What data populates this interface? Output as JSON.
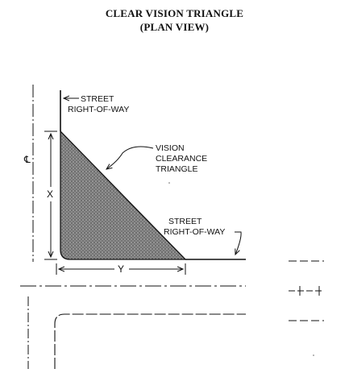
{
  "title": {
    "line1": "CLEAR VISION TRIANGLE",
    "line2": "(PLAN VIEW)"
  },
  "labels": {
    "street_row_top_1": "STREET",
    "street_row_top_2": "RIGHT-OF-WAY",
    "vision_1": "VISION",
    "vision_2": "CLEARANCE",
    "vision_3": "TRIANGLE",
    "street_row_right_1": "STREET",
    "street_row_right_2": "RIGHT-OF-WAY",
    "centerline": "℄",
    "dim_x": "X",
    "dim_y": "Y"
  },
  "colors": {
    "line": "#111111",
    "triangle_fill": "#7a7a7a"
  }
}
